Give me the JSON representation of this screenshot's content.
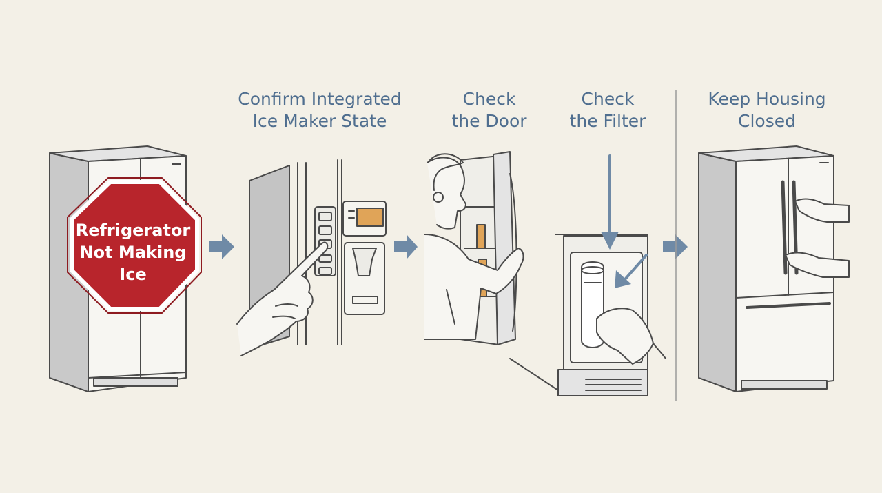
{
  "stop_sign": {
    "label_lines": [
      "Refrigerator",
      "Not Making",
      "Ice"
    ],
    "color": "#b8252c"
  },
  "steps": [
    {
      "title_lines": [
        "Confirm Integrated",
        "Ice Maker State"
      ]
    },
    {
      "title_lines": [
        "Check",
        "the Door"
      ]
    },
    {
      "title_lines": [
        "Check",
        "the Filter"
      ]
    },
    {
      "title_lines": [
        "Keep Housing",
        "Closed"
      ]
    }
  ],
  "colors": {
    "background": "#f3f0e7",
    "title_text": "#4f6e8f",
    "arrow": "#6f8aa6",
    "line_art": "#4a4a4a",
    "accent_orange": "#e0a458"
  }
}
